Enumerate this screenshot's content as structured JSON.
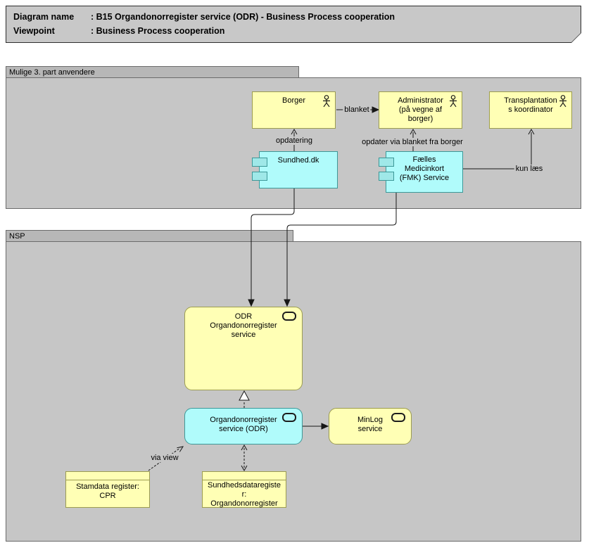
{
  "title_block": {
    "rows": [
      {
        "label": "Diagram name",
        "value": ": B15 Organdonorregister service (ODR) - Business Process cooperation"
      },
      {
        "label": "Viewpoint",
        "value": ": Business Process cooperation"
      }
    ]
  },
  "groups": [
    {
      "label": "Mulige 3. part anvendere"
    },
    {
      "label": "NSP"
    }
  ],
  "nodes": {
    "borger": {
      "label": "Borger",
      "type": "business-actor"
    },
    "administrator": {
      "label": "Administrator\n(på vegne af\nborger)",
      "type": "business-actor"
    },
    "transplantation": {
      "label": "Transplantation\ns koordinator",
      "type": "business-actor"
    },
    "sundhed": {
      "label": "Sundhed.dk",
      "type": "component"
    },
    "fmk": {
      "label": "Fælles\nMedicinkort\n(FMK) Service",
      "type": "component"
    },
    "odr": {
      "label": "ODR\nOrgandonorregister\nservice",
      "type": "service"
    },
    "odr_service": {
      "label": "Organdonorregister\nservice (ODR)",
      "type": "service"
    },
    "minlog": {
      "label": "MinLog\nservice",
      "type": "service"
    },
    "stamdata": {
      "label": "Stamdata register:\nCPR",
      "type": "product"
    },
    "sundhedsdata": {
      "label": "Sundhedsdataregiste\nr:\nOrgandonorregister",
      "type": "product"
    }
  },
  "connectors": {
    "blanket": "blanket",
    "opdatering": "opdatering",
    "opdater_via": "opdater via blanket fra borger",
    "kun_laes": "kun læs",
    "via_view": "via view"
  },
  "colors": {
    "node_yellow": "#FFFFB5",
    "node_cyan": "#B0FBFB",
    "yellow_border": "#9C9C50",
    "cyan_border": "#3D9898",
    "group_bg": "#C6C6C6",
    "group_tab": "#B7B7B7"
  }
}
